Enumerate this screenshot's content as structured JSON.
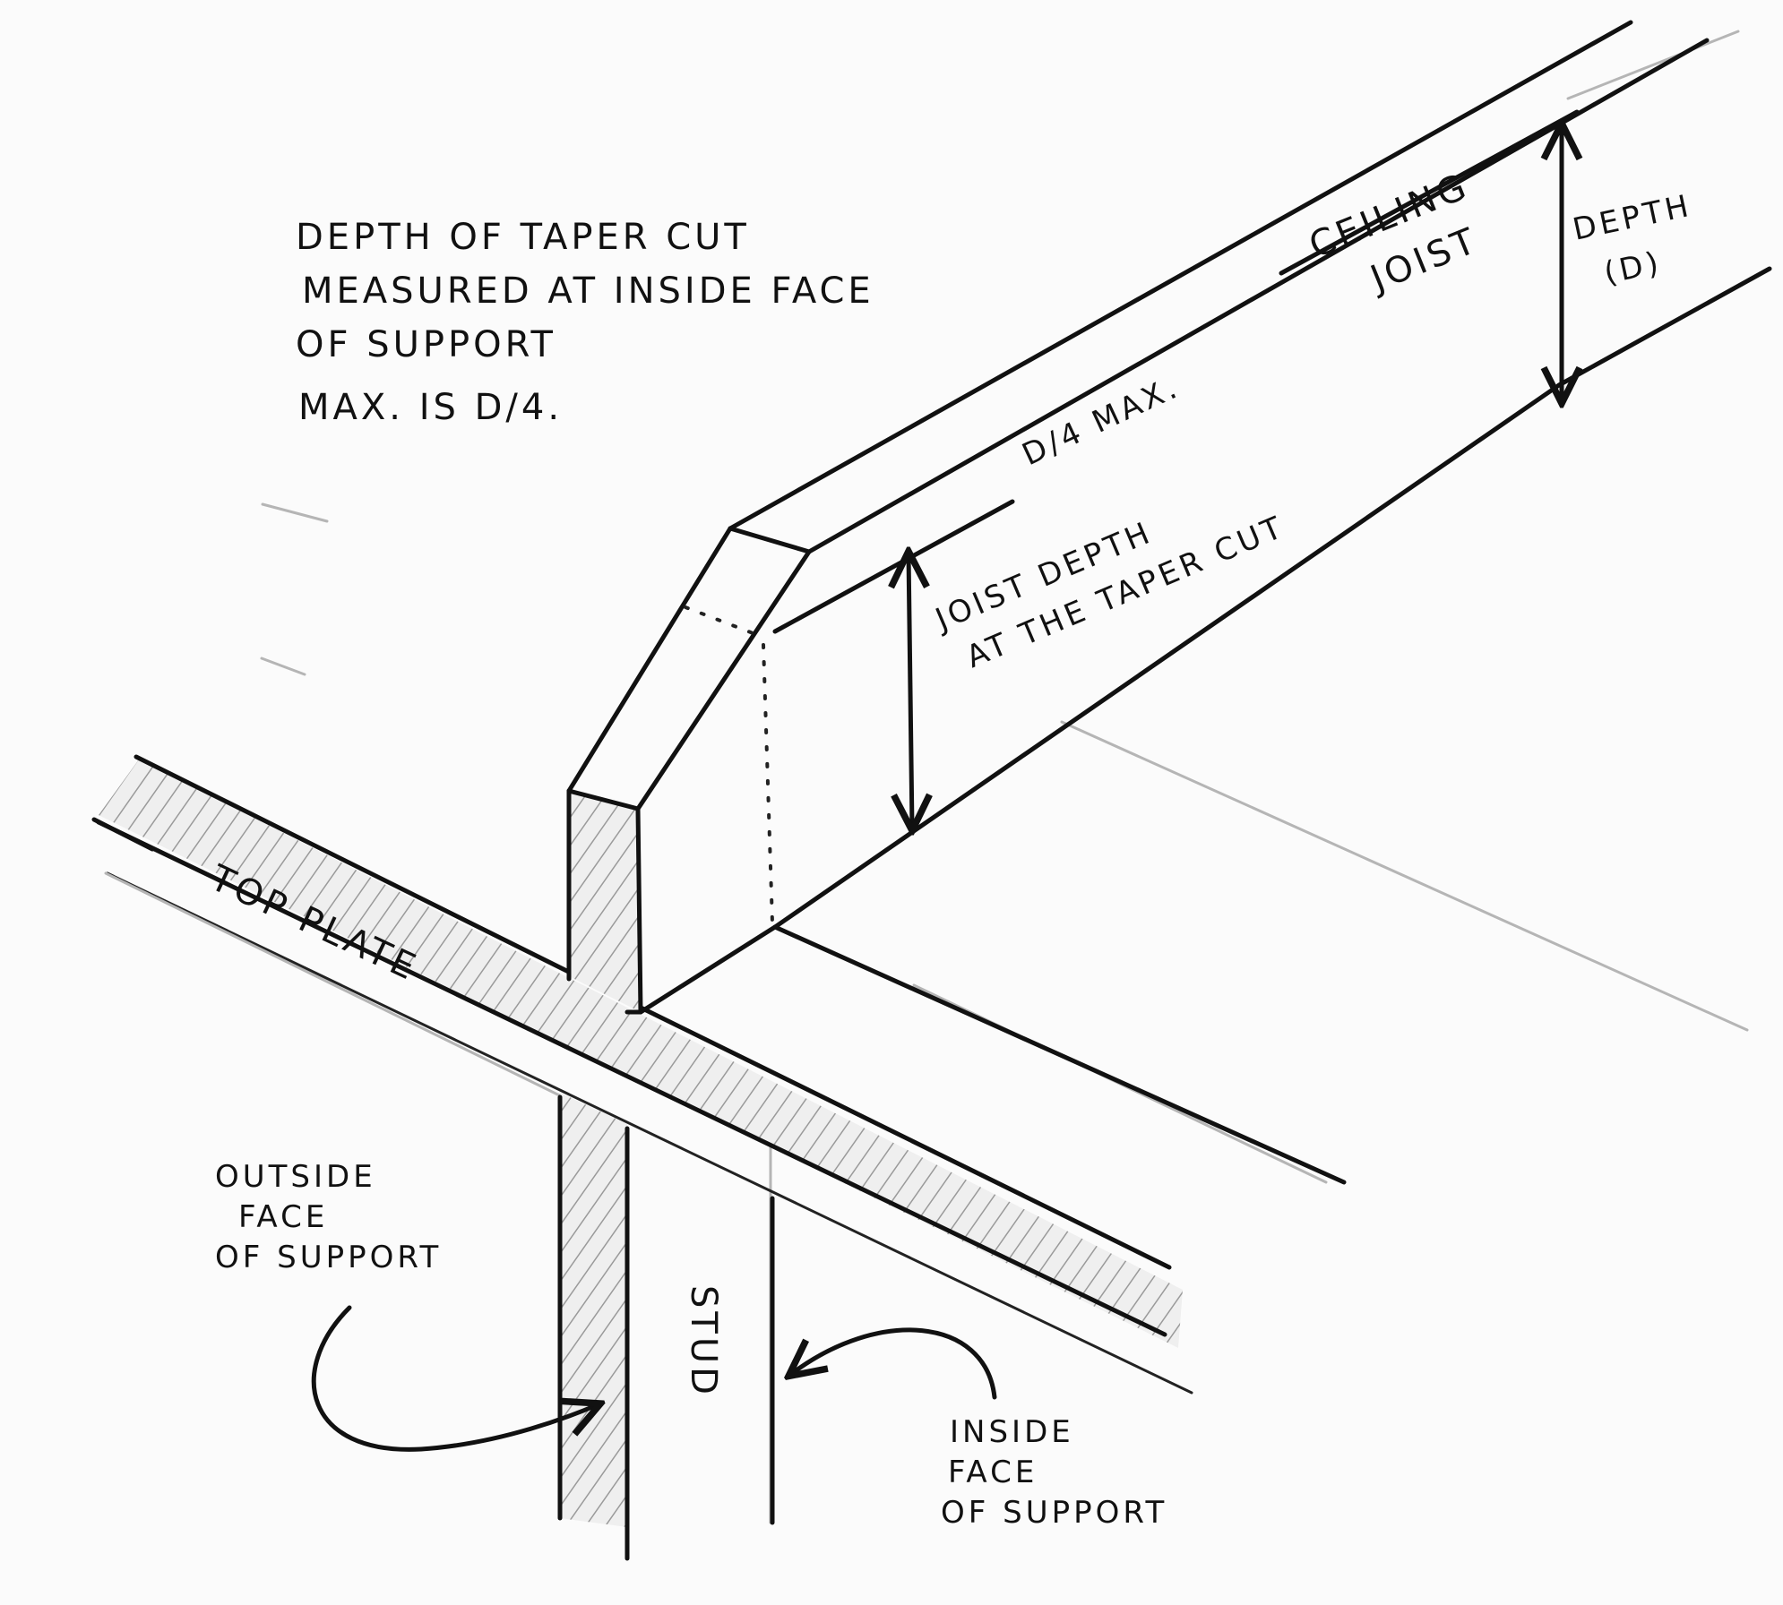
{
  "labels": {
    "note_line1": "DEPTH OF TAPER CUT",
    "note_line2": "MEASURED AT INSIDE FACE",
    "note_line3": "OF SUPPORT",
    "note_line4": "MAX. IS D/4.",
    "ceiling_joist_1": "CEILING",
    "ceiling_joist_2": "JOIST",
    "depth_1": "DEPTH",
    "depth_2": "(D)",
    "d4_max": "D/4 MAX.",
    "joist_depth_1": "JOIST DEPTH",
    "joist_depth_2": "AT THE TAPER CUT",
    "top_plate": "TOP PLATE",
    "outside_face_1": "OUTSIDE",
    "outside_face_2": "FACE",
    "outside_face_3": "OF SUPPORT",
    "stud": "STUD",
    "inside_face_1": "INSIDE",
    "inside_face_2": "FACE",
    "inside_face_3": "OF SUPPORT"
  },
  "style": {
    "paper_color": "#fbfbfb",
    "ink_color": "#111111",
    "hatch_color": "#9a9a9a"
  }
}
